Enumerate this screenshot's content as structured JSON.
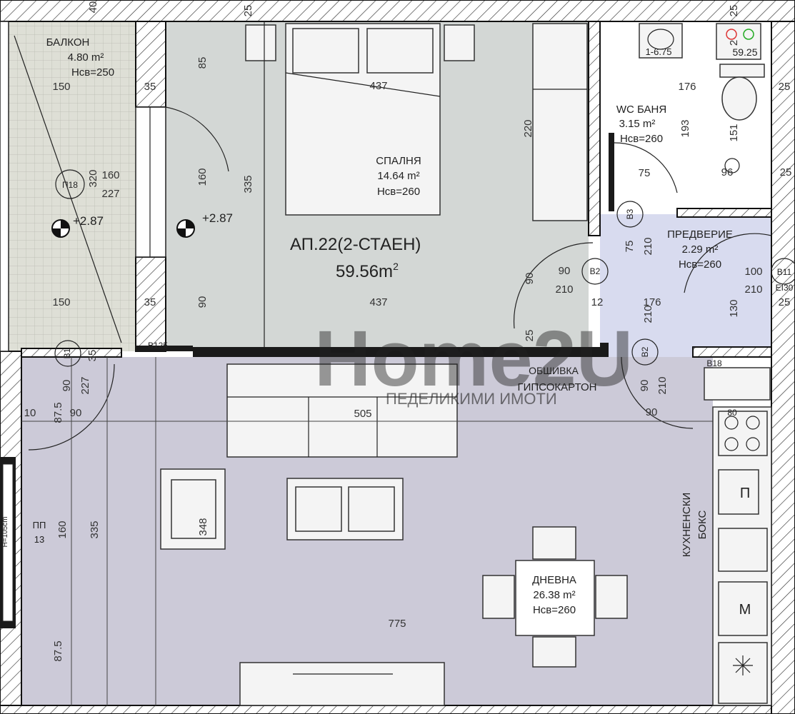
{
  "apartment": {
    "title": "АП.22(2-СТАЕН)",
    "area_value": "59.56m",
    "area_sup": "2"
  },
  "rooms": {
    "balcony": {
      "name": "БАЛКОН",
      "area": "4.80 m²",
      "height": "Нсв=250"
    },
    "bedroom": {
      "name": "СПАЛНЯ",
      "area": "14.64 m²",
      "height": "Нсв=260"
    },
    "wc": {
      "name": "WC БАНЯ",
      "area": "3.15 m²",
      "height": "Нсв=260"
    },
    "hall": {
      "name": "ПРЕДВЕРИЕ",
      "area": "2.29 m²",
      "height": "Нсв=260"
    },
    "living": {
      "name": "ДНЕВНА",
      "area": "26.38 m²",
      "height": "Нсв=260"
    },
    "kitchen": {
      "name": "КУХНЕНСКИ",
      "name2": "БОКС"
    }
  },
  "notes": {
    "cladding_1": "ОБШИВКА",
    "cladding_2": "ГИПСОКАРТОН",
    "watermark_1": "Home2U",
    "watermark_2": "ПЕДЕЛИКИМИ ИМОТИ",
    "level_1": "+2.87",
    "level_2": "+2.87",
    "height_note": "H=105cm"
  },
  "door_tags": {
    "b1": "B1",
    "b2a": "B2",
    "b2b": "B2",
    "b3": "B3",
    "b11": "B11",
    "ei30": "EI30",
    "b18": "B18",
    "p18": "П18",
    "b125": "B125",
    "pp": "ПП",
    "pp13": "13",
    "p": "П",
    "m": "М",
    "eighty_d": "80",
    "n675": "1-6.75",
    "n5925": "59.25"
  },
  "dimensions": {
    "d40": "40",
    "d25a": "25",
    "d25b": "25",
    "d25c": "25",
    "d25d": "25",
    "d25e": "25",
    "d25f": "25",
    "d85": "85",
    "d437a": "437",
    "d437b": "437",
    "d220": "220",
    "d335a": "335",
    "d335b": "335",
    "d160a": "160",
    "d160b": "160",
    "d160c": "160",
    "d90a": "90",
    "d90b": "90",
    "d90c": "90",
    "d90d": "90",
    "d90e": "90",
    "d90f": "90",
    "d90g": "90",
    "d35a": "35",
    "d35b": "35",
    "d35c": "35",
    "d150a": "150",
    "d150b": "150",
    "d320": "320",
    "d227a": "227",
    "d227b": "227",
    "d176a": "176",
    "d176b": "176",
    "d193": "193",
    "d151": "151",
    "d75a": "75",
    "d75b": "75",
    "d96": "96",
    "d210a": "210",
    "d210b": "210",
    "d210c": "210",
    "d210d": "210",
    "d210e": "210",
    "d100": "100",
    "d130": "130",
    "d12": "12",
    "d505": "505",
    "d348": "348",
    "d775": "775",
    "d87a": "87.5",
    "d87b": "87.5",
    "d10": "10",
    "d2a": "2"
  },
  "colors": {
    "living_fill": "#cccad8",
    "bedroom_fill": "#d3d7d5",
    "hall_fill": "#d8dbef",
    "balcony_fill": "#dedfd6",
    "wall": "#1a1a1a"
  }
}
